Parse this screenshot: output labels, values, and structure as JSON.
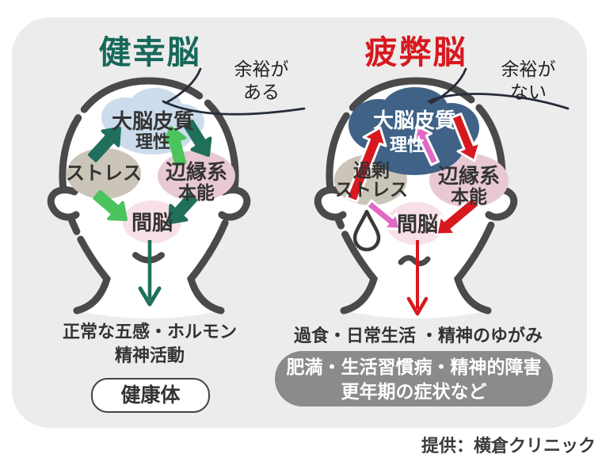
{
  "colors": {
    "panel_bg": "#ececec",
    "head_outline": "#4a4a4a",
    "healthy_title": "#17695a",
    "tired_title": "#d7191f",
    "teal_arrow": "#1f6f5b",
    "green_arrow": "#4cc45e",
    "red_arrow": "#d7191f",
    "pink_arrow": "#e168c5",
    "cortex_healthy": "#ccdcec",
    "cortex_tired": "#3f6286",
    "stress_blob": "#cac5b8",
    "limbic_blob": "#e8c9d3",
    "diencephalon_blob": "#f8e1e6",
    "badge_gray": "#8b8b8b",
    "pointer_line": "#262c39"
  },
  "left_panel": {
    "title": "健幸脳",
    "annotation_line1": "余裕が",
    "annotation_line2": "ある",
    "labels": {
      "cortex": "大脳皮質",
      "reason": "理性",
      "stress": "ストレス",
      "limbic": "辺縁系",
      "instinct": "本能",
      "diencephalon": "間脳"
    },
    "outcome_line1": "正常な五感・ホルモン",
    "outcome_line2": "精神活動",
    "badge": "健康体"
  },
  "right_panel": {
    "title": "疲弊脳",
    "annotation_line1": "余裕が",
    "annotation_line2": "ない",
    "labels": {
      "cortex": "大脳皮質",
      "reason": "理性",
      "stress_line1": "過剰",
      "stress_line2": "ストレス",
      "limbic": "辺縁系",
      "instinct": "本能",
      "diencephalon": "間脳"
    },
    "outcome": "過食・日常生活 ・精神のゆがみ",
    "badge_line1": "肥満・生活習慣病・精神的障害",
    "badge_line2": "更年期の症状など"
  },
  "credit": "提供：横倉クリニック"
}
